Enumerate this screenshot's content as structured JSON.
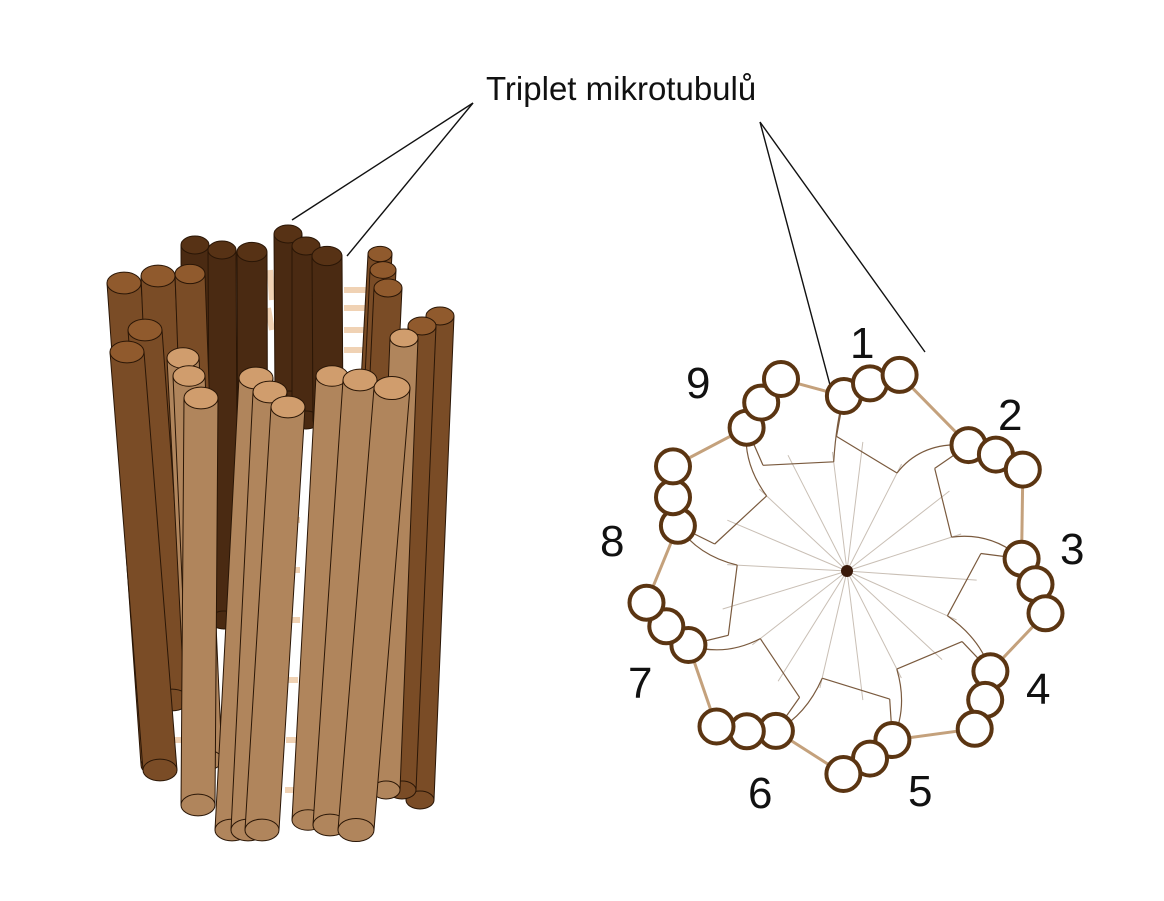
{
  "diagram": {
    "label": "Triplet mikrotubulů",
    "triplet_numbers": [
      "1",
      "2",
      "3",
      "4",
      "5",
      "6",
      "7",
      "8",
      "9"
    ],
    "triplet_count": 9,
    "colors": {
      "dark_brown": "#4a2a12",
      "medium_brown": "#7a4c26",
      "light_brown": "#b0855c",
      "link": "#f0d2b4",
      "ring_stroke": "#5b3512",
      "spoke": "#7a5a3e",
      "center_dot": "#3a1a0a"
    }
  }
}
